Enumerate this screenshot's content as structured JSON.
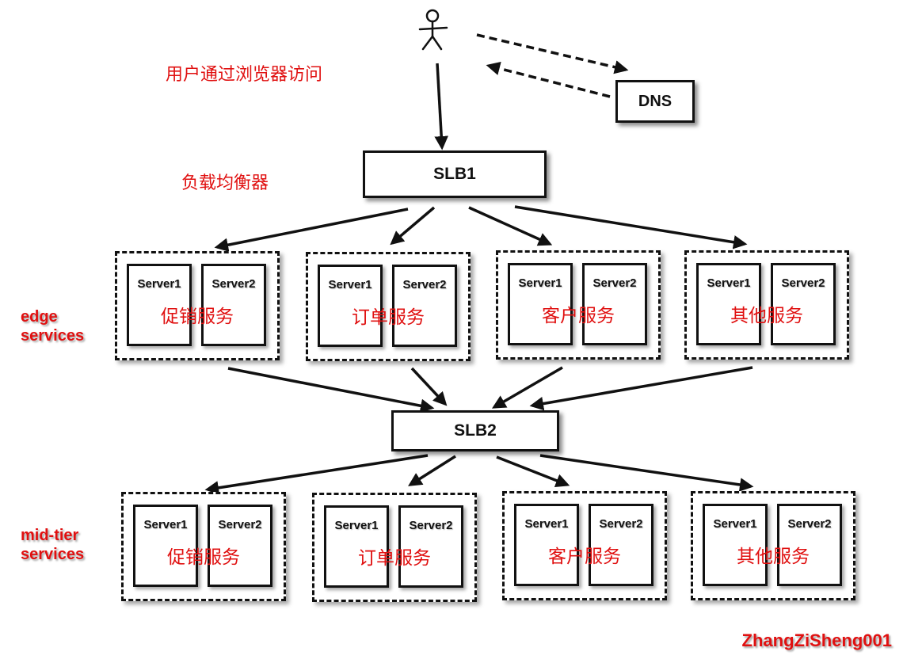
{
  "labels": {
    "browser_access": "用户通过浏览器访问",
    "load_balancer": "负载均衡器",
    "edge_line1": "edge",
    "edge_line2": "services",
    "mid_line1": "mid-tier",
    "mid_line2": "services",
    "watermark": "ZhangZiSheng001"
  },
  "nodes": {
    "dns": "DNS",
    "slb1": "SLB1",
    "slb2": "SLB2"
  },
  "server_labels": [
    "Server1",
    "Server2"
  ],
  "edge_services": [
    "促销服务",
    "订单服务",
    "客户服务",
    "其他服务"
  ],
  "mid_services": [
    "促销服务",
    "订单服务",
    "客户服务",
    "其他服务"
  ],
  "colors": {
    "label_red": "#e01010",
    "line": "#111111"
  },
  "icons": {
    "user": "stick-figure-icon"
  }
}
